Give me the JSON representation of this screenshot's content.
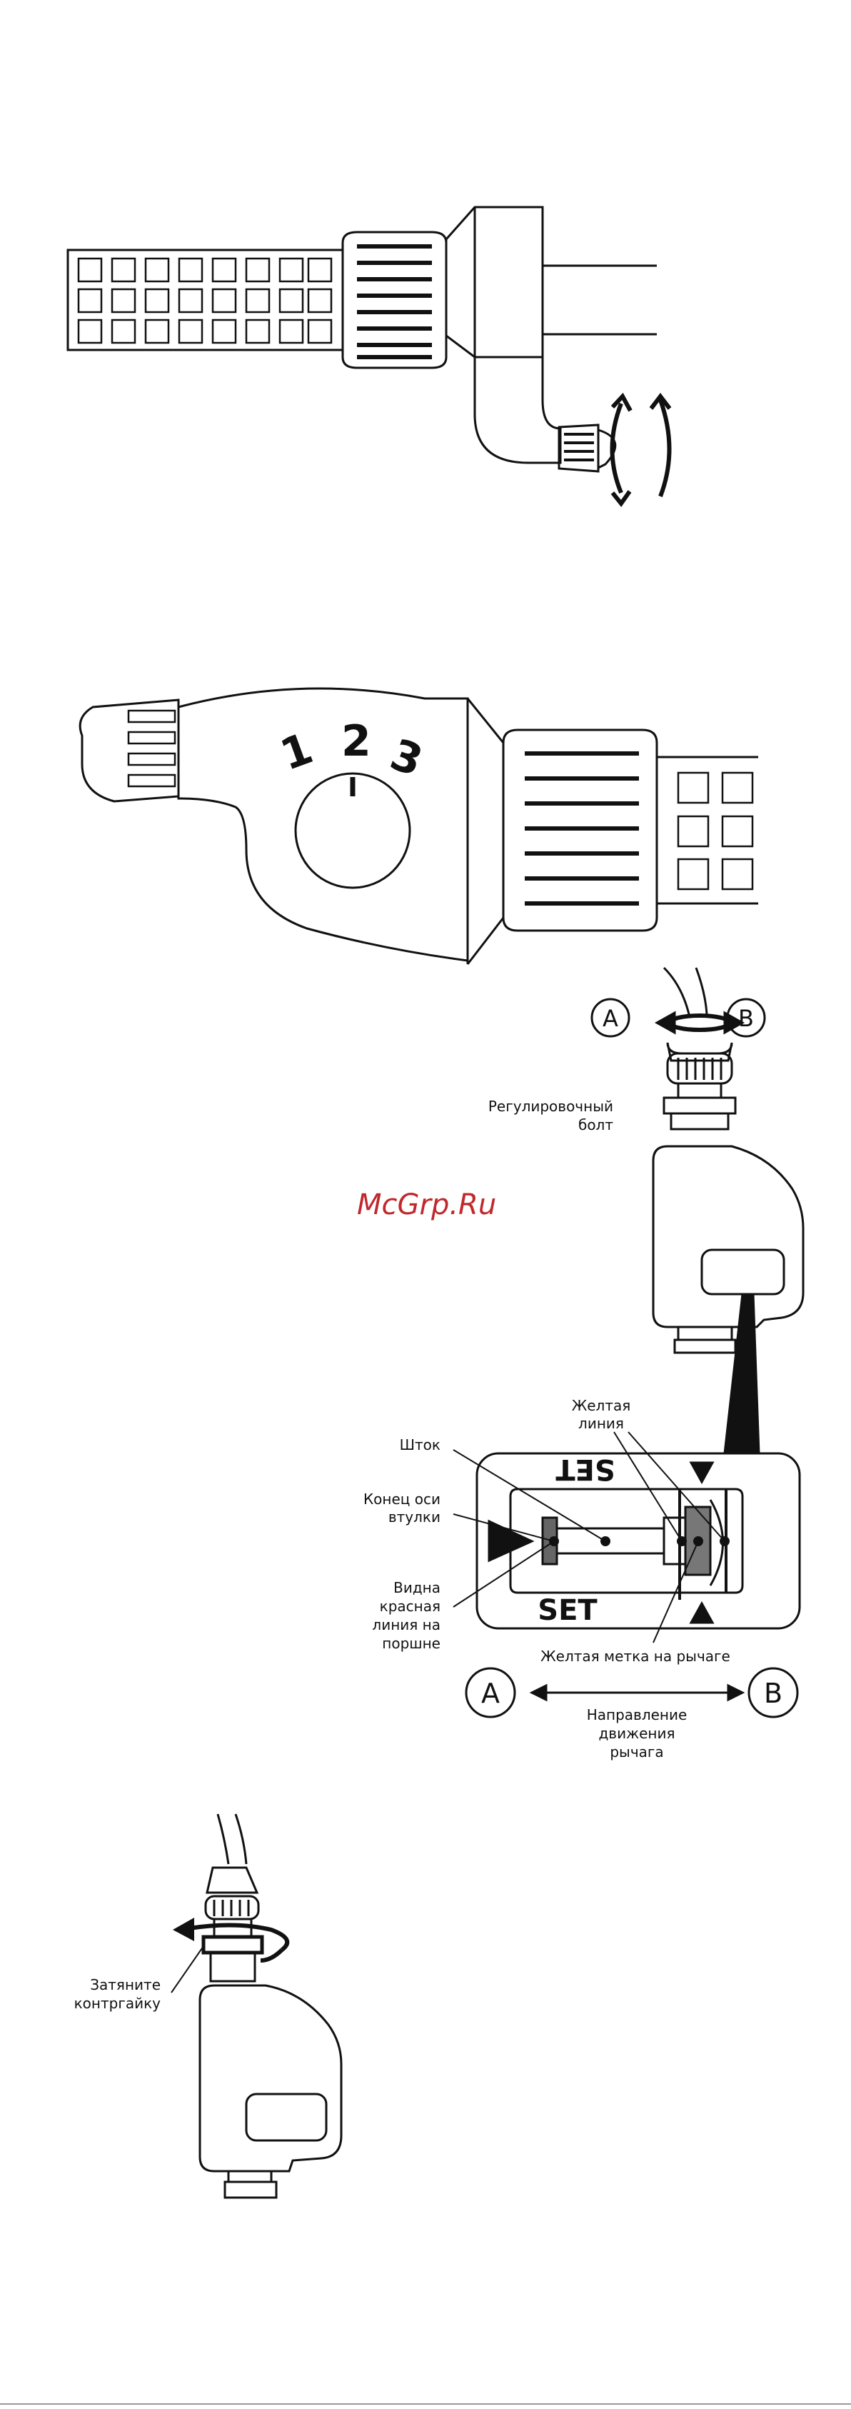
{
  "watermark": "McGrp.Ru",
  "dial_numbers": [
    "1",
    "2",
    "3"
  ],
  "labels": {
    "adjust_bolt_1": "Регулировочный",
    "adjust_bolt_2": "болт",
    "yellow_line_1": "Желтая",
    "yellow_line_2": "линия",
    "rod": "Шток",
    "axle_end_1": "Конец оси",
    "axle_end_2": "втулки",
    "red_line_1": "Видна",
    "red_line_2": "красная",
    "red_line_3": "линия на",
    "red_line_4": "поршне",
    "yellow_mark": "Желтая метка на рычаге",
    "direction_1": "Направление",
    "direction_2": "движения",
    "direction_3": "рычага",
    "tighten_1": "Затяните",
    "tighten_2": "контргайку"
  },
  "set_top": "SET",
  "set_bottom": "SET",
  "letter_a": "A",
  "letter_b": "B"
}
